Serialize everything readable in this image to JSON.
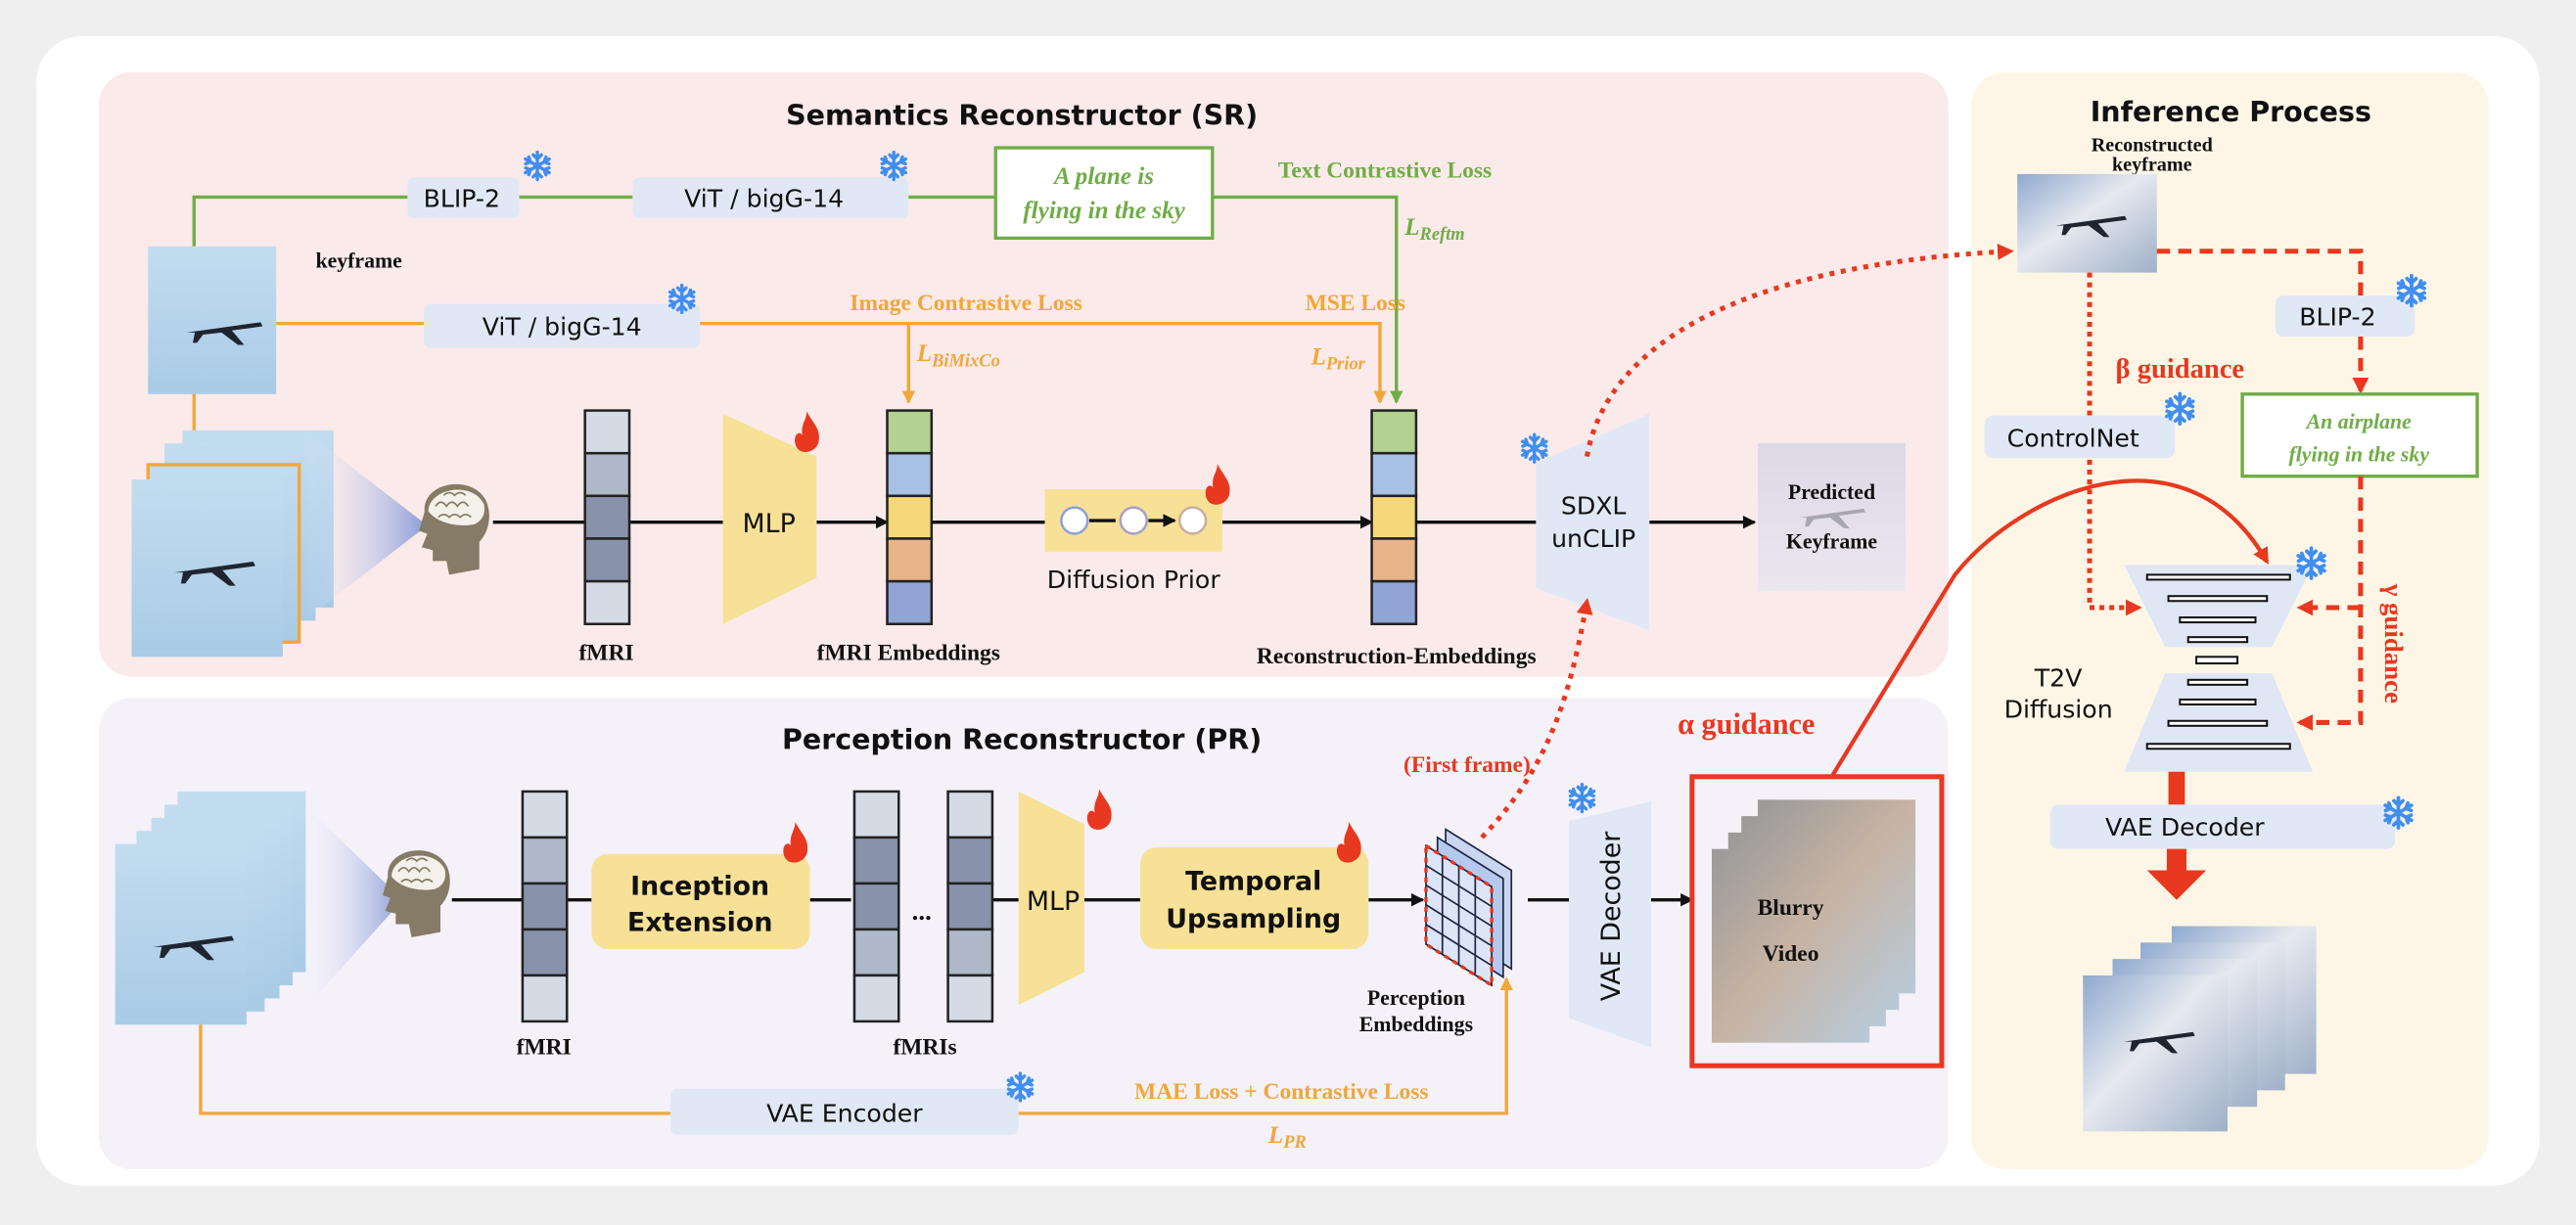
{
  "colors": {
    "semantics_panel": "#fbeaea",
    "perception_panel": "#f4f1f9",
    "inference_panel": "#fdf6e6",
    "module_box": "#e1e8f5",
    "trainable_box": "#f7e197",
    "text_loss": "#70ad47",
    "image_loss": "#f0a73a",
    "guidance": "#e8381f",
    "frozen_icon": "#3f8ef0",
    "trainable_icon": "#e8381f"
  },
  "icons": {
    "frozen": "snowflake-icon",
    "trainable": "flame-icon",
    "subject": "brain-head-icon"
  },
  "sr": {
    "title": "Semantics Reconstructor (SR)",
    "blip2": "BLIP-2",
    "vit_text": "ViT / bigG-14",
    "vit_image": "ViT / bigG-14",
    "caption_line1": "A plane is",
    "caption_line2": "flying in the sky",
    "text_loss": "Text Contrastive Loss",
    "text_loss_symbol": "L",
    "text_loss_sub": "Reftm",
    "image_loss": "Image Contrastive Loss",
    "image_loss_symbol": "L",
    "image_loss_sub": "BiMixCo",
    "mse_loss": "MSE Loss",
    "mse_loss_symbol": "L",
    "mse_loss_sub": "Prior",
    "keyframe": "keyframe",
    "fmri": "fMRI",
    "mlp": "MLP",
    "fmri_embeddings": "fMRI Embeddings",
    "diffusion_prior": "Diffusion Prior",
    "recon_embeddings": "Reconstruction-Embeddings",
    "sdxl_line1": "SDXL",
    "sdxl_line2": "unCLIP",
    "predicted_line1": "Predicted",
    "predicted_line2": "Keyframe"
  },
  "pr": {
    "title": "Perception Reconstructor (PR)",
    "fmri": "fMRI",
    "inception_line1": "Inception",
    "inception_line2": "Extension",
    "ellipsis": "...",
    "fmris": "fMRIs",
    "mlp": "MLP",
    "temporal_line1": "Temporal",
    "temporal_line2": "Upsampling",
    "first_frame": "(First frame)",
    "perception_line1": "Perception",
    "perception_line2": "Embeddings",
    "vae_decoder": "VAE Decoder",
    "blurry_line1": "Blurry",
    "blurry_line2": "Video",
    "alpha_guidance": "α guidance",
    "vae_encoder": "VAE Encoder",
    "loss": "MAE Loss + Contrastive Loss",
    "loss_symbol": "L",
    "loss_sub": "PR"
  },
  "inference": {
    "title": "Inference Process",
    "recon_line1": "Reconstructed",
    "recon_line2": "keyframe",
    "blip2": "BLIP-2",
    "beta_guidance": "β guidance",
    "controlnet": "ControlNet",
    "caption_line1": "An airplane",
    "caption_line2": "flying in the sky",
    "gamma_guidance": "γ guidance",
    "t2v_line1": "T2V",
    "t2v_line2": "Diffusion",
    "vae_decoder": "VAE Decoder"
  }
}
